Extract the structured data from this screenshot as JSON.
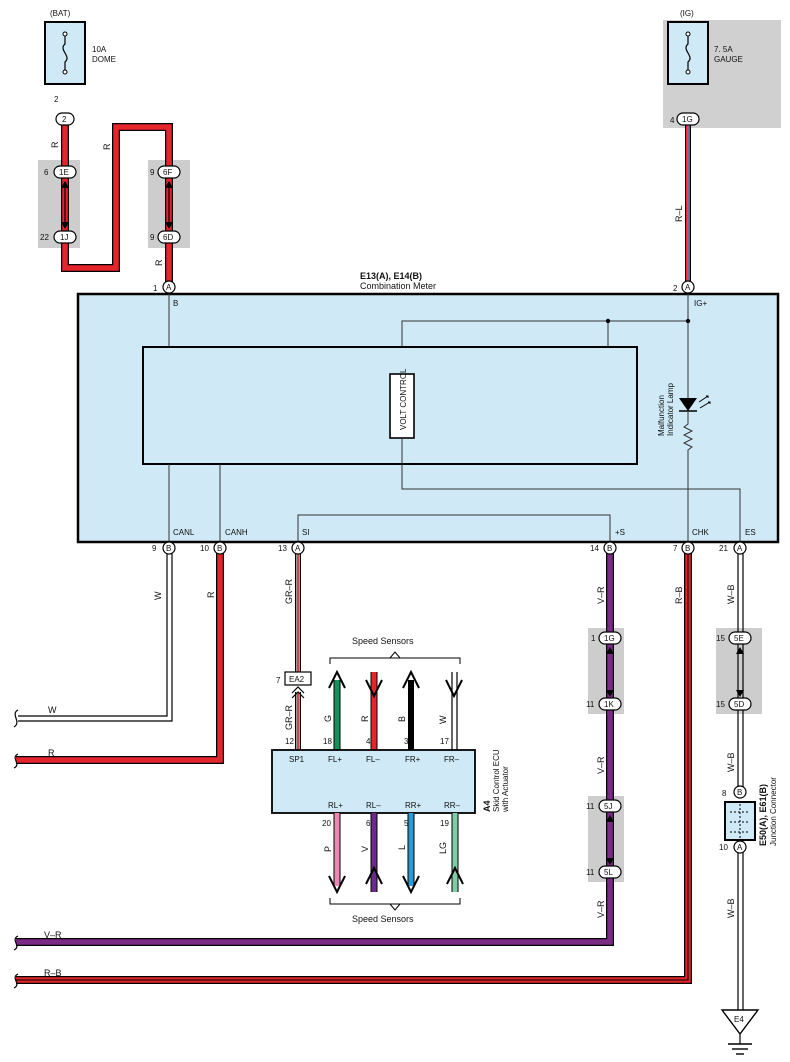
{
  "fuses": {
    "bat": {
      "source": "(BAT)",
      "amp": "10A",
      "name": "DOME",
      "pin": "2",
      "conn": "2"
    },
    "ig": {
      "source": "(IG)",
      "amp": "7. 5A",
      "name": "GAUGE",
      "pin": "4",
      "conn": "1G"
    }
  },
  "jb_left": [
    {
      "top_pin": "6",
      "top_conn": "1E",
      "bot_pin": "22",
      "bot_conn": "1J"
    },
    {
      "top_pin": "9",
      "top_conn": "6F",
      "bot_pin": "9",
      "bot_conn": "6D"
    }
  ],
  "meter": {
    "id": "E13(A), E14(B)",
    "name": "Combination Meter",
    "volt_control": "VOLT CONTROL",
    "lamp_label_1": "Malfunction",
    "lamp_label_2": "Indicator Lamp",
    "top_pins": [
      {
        "num": "1",
        "conn": "A",
        "label": "B"
      },
      {
        "num": "2",
        "conn": "A",
        "label": "IG+"
      }
    ],
    "bottom_pins": [
      {
        "num": "9",
        "conn": "B",
        "label": "CANL"
      },
      {
        "num": "10",
        "conn": "B",
        "label": "CANH"
      },
      {
        "num": "13",
        "conn": "A",
        "label": "SI"
      },
      {
        "num": "14",
        "conn": "B",
        "label": "+S"
      },
      {
        "num": "7",
        "conn": "B",
        "label": "CHK"
      },
      {
        "num": "21",
        "conn": "A",
        "label": "ES"
      }
    ]
  },
  "wire_colors": {
    "r_1": "R",
    "r_2": "R",
    "r_3": "R",
    "rl": "R–L",
    "w": "W",
    "r_canh": "R",
    "grr_top": "GR–R",
    "grr_bot": "GR–R",
    "vr_1": "V–R",
    "vr_2": "V–R",
    "vr_3": "V–R",
    "rb": "R–B",
    "wb_1": "W–B",
    "wb_2": "W–B",
    "wb_3": "W–B"
  },
  "left_exits": {
    "w": "W",
    "r": "R",
    "vr": "V–R",
    "rb": "R–B"
  },
  "ea2": {
    "pin": "7",
    "conn": "EA2"
  },
  "ecu": {
    "id": "A4",
    "name_1": "Skid Control ECU",
    "name_2": "with Actuator",
    "top_pins": [
      {
        "num": "12",
        "label": "SP1"
      },
      {
        "num": "18",
        "label": "FL+"
      },
      {
        "num": "4",
        "label": "FL–"
      },
      {
        "num": "3",
        "label": "FR+"
      },
      {
        "num": "17",
        "label": "FR–"
      }
    ],
    "bottom_pins": [
      {
        "num": "20",
        "label": "RL+"
      },
      {
        "num": "6",
        "label": "RL–"
      },
      {
        "num": "5",
        "label": "RR+"
      },
      {
        "num": "19",
        "label": "RR–"
      }
    ],
    "top_colors": [
      "G",
      "R",
      "B",
      "W"
    ],
    "bottom_colors": [
      "P",
      "V",
      "L",
      "LG"
    ]
  },
  "speed_sensors_top": "Speed Sensors",
  "speed_sensors_bottom": "Speed Sensors",
  "jb_mid": [
    {
      "top_pin": "1",
      "top_conn": "1G",
      "bot_pin": "11",
      "bot_conn": "1K"
    },
    {
      "top_pin": "11",
      "top_conn": "5J",
      "bot_pin": "11",
      "bot_conn": "5L"
    }
  ],
  "jb_right": {
    "top_pin": "15",
    "top_conn": "5E",
    "bot_pin": "15",
    "bot_conn": "5D"
  },
  "junction": {
    "id": "E50(A), E61(B)",
    "name": "Junction Connector",
    "top_pin": "8",
    "top_conn": "B",
    "bot_pin": "10",
    "bot_conn": "A"
  },
  "ground": "E4",
  "colors": {
    "red": "#e3262c",
    "purple": "#7b2a86",
    "blue": "#5b7fc4",
    "green": "#13935a",
    "pink": "#ef86b4",
    "violet": "#6c2a8e",
    "lblue": "#2a9ad1",
    "lgreen": "#7fcda7",
    "box_fill": "#cfe9f6",
    "jb_fill": "#cdcdcd",
    "grey": "#9a9a9a"
  }
}
